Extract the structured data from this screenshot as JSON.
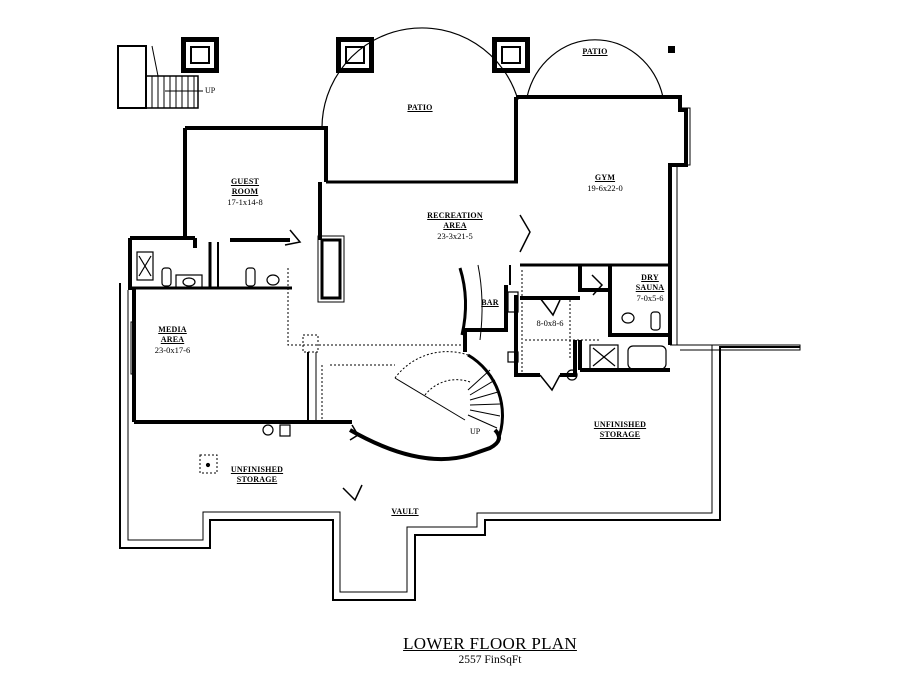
{
  "plan": {
    "title": "LOWER FLOOR PLAN",
    "subtitle": "2557 FinSqFt"
  },
  "rooms": {
    "patio_left": {
      "name": "PATIO"
    },
    "patio_right": {
      "name": "PATIO"
    },
    "guest_room": {
      "name_line1": "GUEST",
      "name_line2": "ROOM",
      "dims": "17-1x14-8"
    },
    "recreation": {
      "name_line1": "RECREATION",
      "name_line2": "AREA",
      "dims": "23-3x21-5"
    },
    "gym": {
      "name": "GYM",
      "dims": "19-6x22-0"
    },
    "dry_sauna": {
      "name_line1": "DRY",
      "name_line2": "SAUNA",
      "dims": "7-0x5-6"
    },
    "media": {
      "name_line1": "MEDIA",
      "name_line2": "AREA",
      "dims": "23-0x17-6"
    },
    "bar": {
      "name": "BAR"
    },
    "small_room": {
      "dims": "8-0x8-6"
    },
    "storage_right": {
      "name_line1": "UNFINISHED",
      "name_line2": "STORAGE"
    },
    "storage_left": {
      "name_line1": "UNFINISHED",
      "name_line2": "STORAGE"
    },
    "vault": {
      "name": "VAULT"
    }
  },
  "stairs": {
    "exterior_label": "UP",
    "spiral_label": "UP"
  },
  "colors": {
    "wall": "#000000",
    "background": "#ffffff",
    "foundation_fill": "#e6e6e6"
  }
}
